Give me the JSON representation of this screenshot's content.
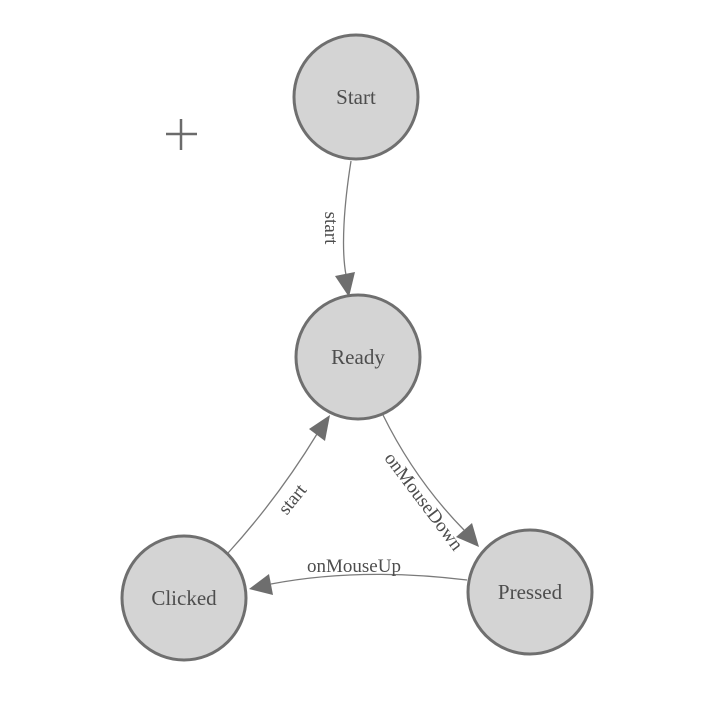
{
  "canvas": {
    "background_color": "#ffffff",
    "node_fill_color": "#d4d4d4",
    "node_stroke_color": "#6f6f6f",
    "edge_color": "#7a7a7a",
    "arrow_color": "#6e6e6e",
    "label_color": "#4d4d4d"
  },
  "diagram": {
    "type": "state-machine",
    "states": [
      {
        "id": "start",
        "label": "Start"
      },
      {
        "id": "ready",
        "label": "Ready"
      },
      {
        "id": "clicked",
        "label": "Clicked"
      },
      {
        "id": "pressed",
        "label": "Pressed"
      }
    ],
    "transitions": [
      {
        "from": "Start",
        "to": "Ready",
        "label": "start"
      },
      {
        "from": "Clicked",
        "to": "Ready",
        "label": "start"
      },
      {
        "from": "Ready",
        "to": "Pressed",
        "label": "onMouseDown"
      },
      {
        "from": "Pressed",
        "to": "Clicked",
        "label": "onMouseUp"
      }
    ]
  },
  "cursor": {
    "type": "crosshair-marker"
  }
}
